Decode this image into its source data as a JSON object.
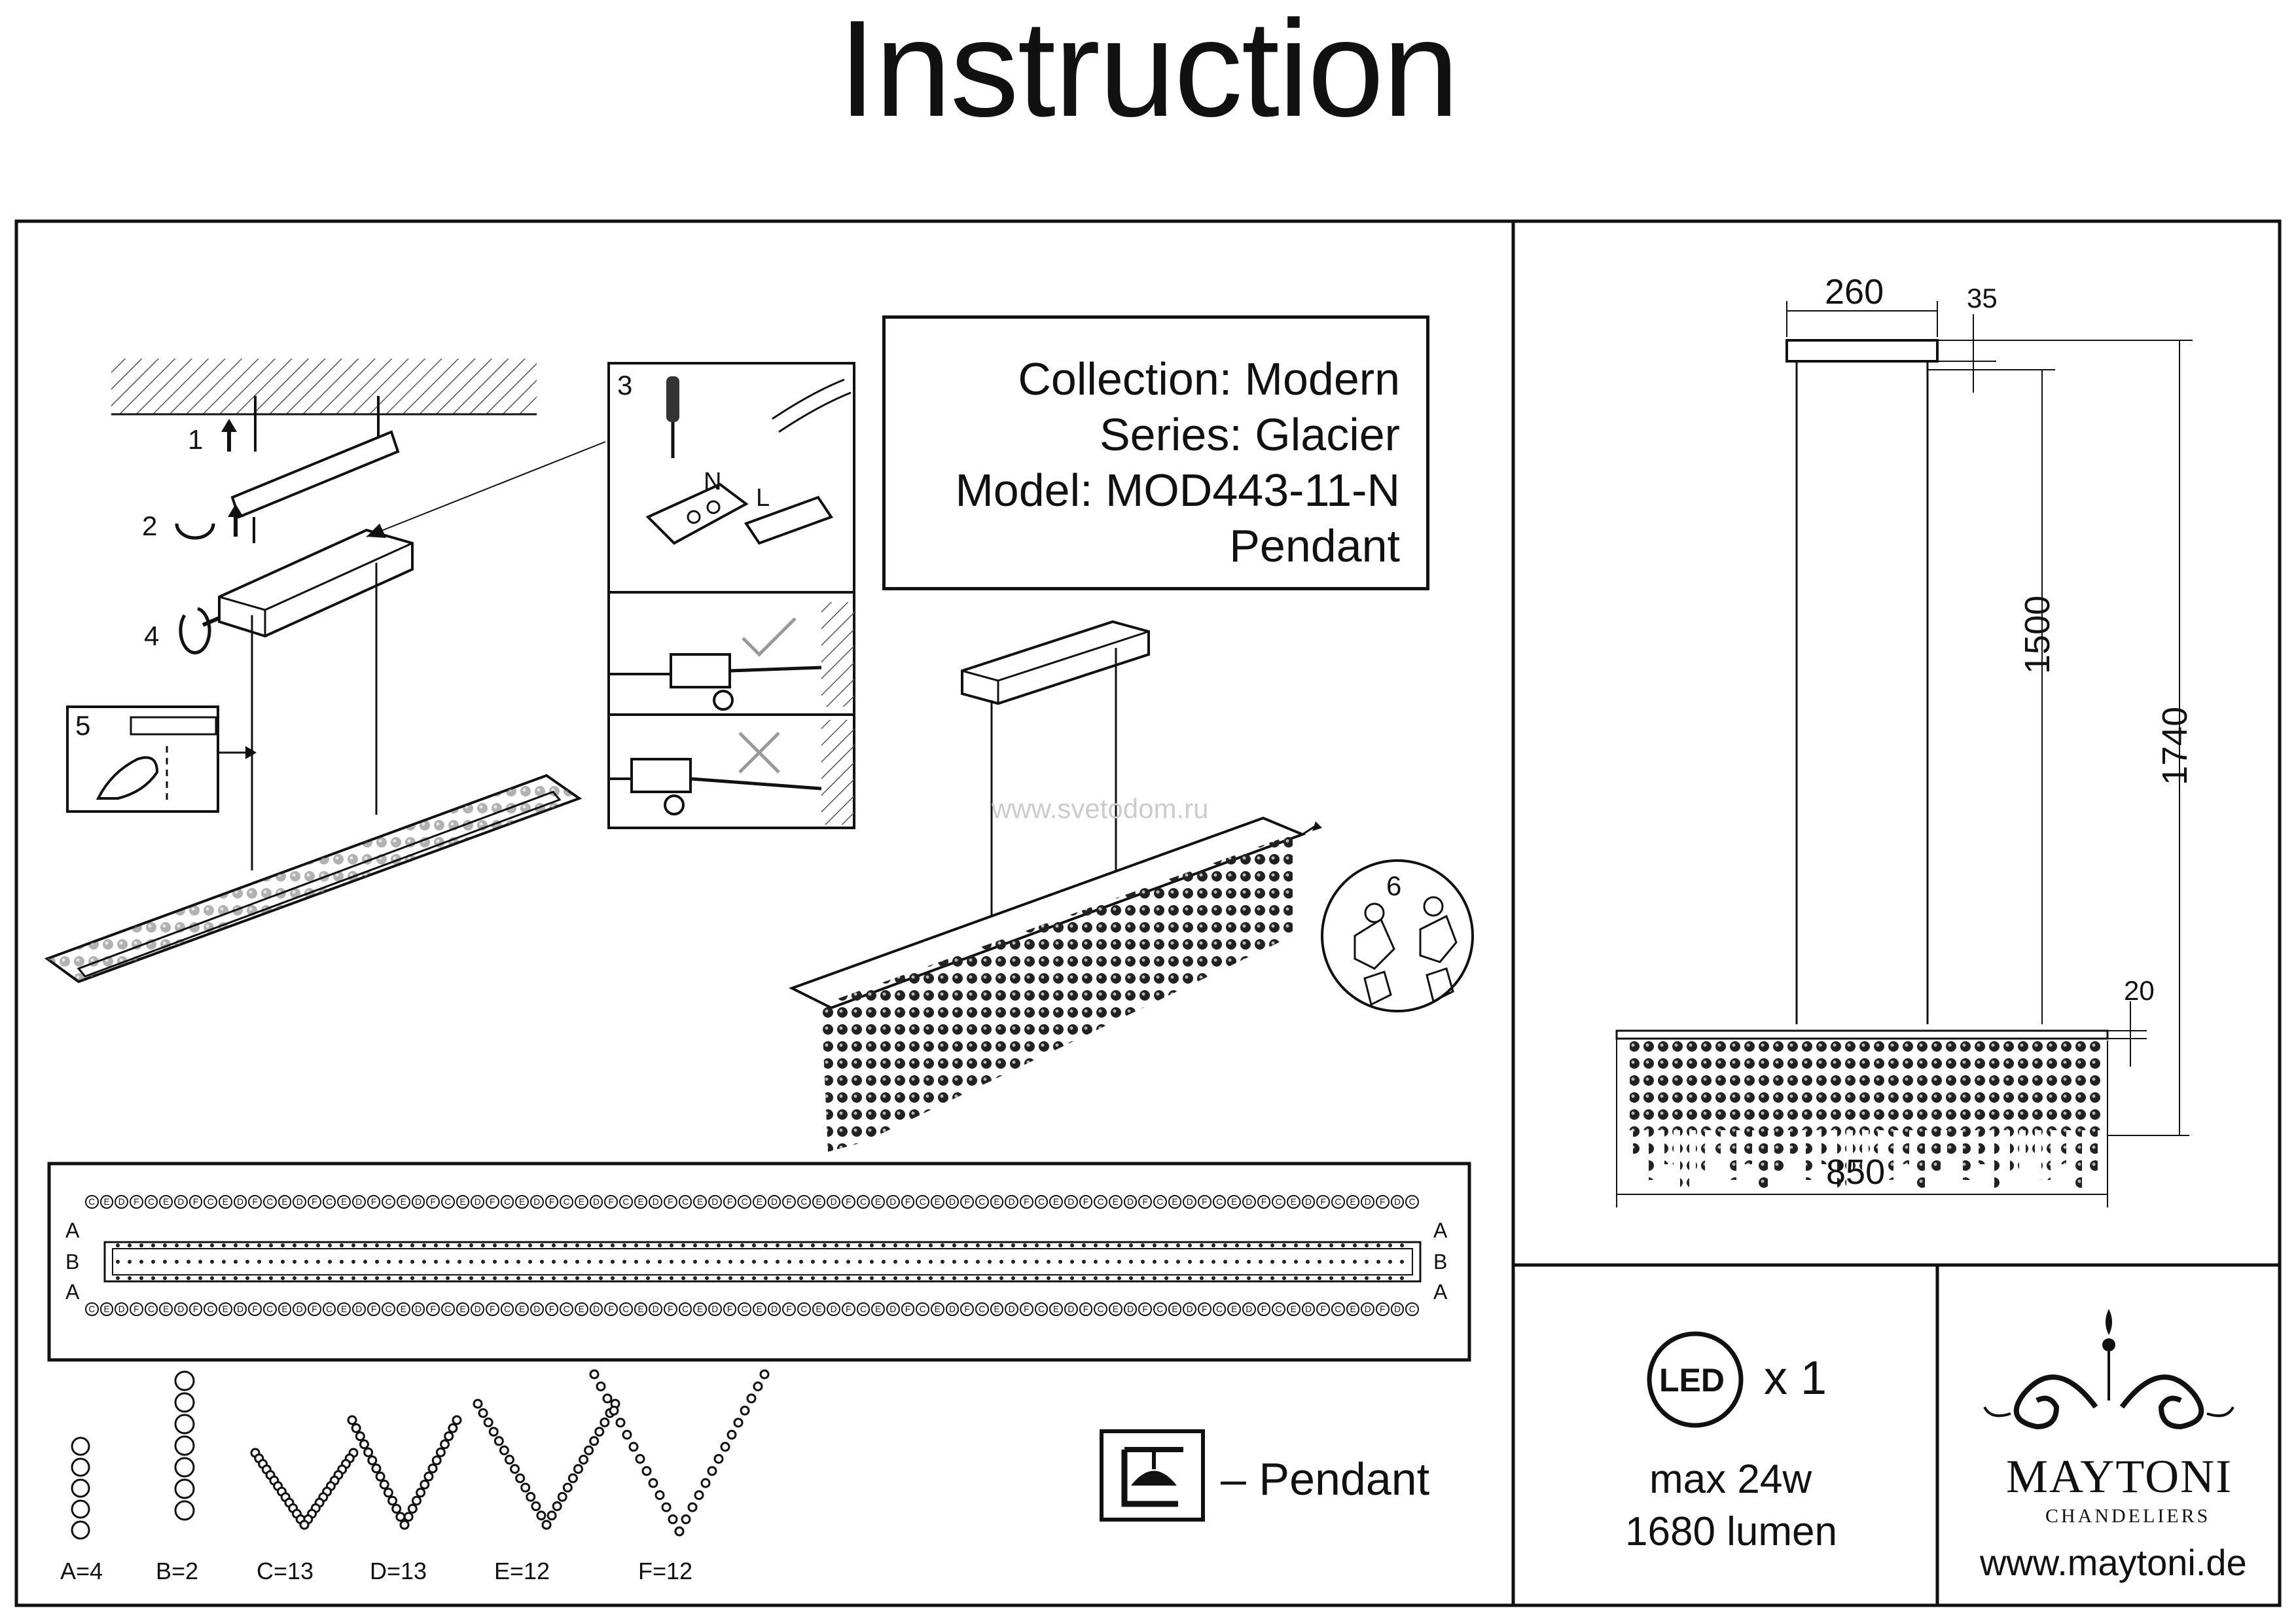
{
  "title": "Instruction",
  "product": {
    "collection": "Collection: Modern",
    "series": "Series: Glacier",
    "model": "Model: MOD443-11-N",
    "type": "Pendant"
  },
  "steps": [
    "1",
    "2",
    "3",
    "4",
    "5",
    "6"
  ],
  "wiring_labels": {
    "n": "N",
    "l": "L"
  },
  "watermark": "www.svetodom.ru",
  "dimensions": {
    "width_top": "260",
    "cap_height": "35",
    "cable": "1500",
    "total_height": "1740",
    "body_height": "20",
    "length": "850"
  },
  "layout_code": {
    "top_row": [
      "C",
      "E",
      "D",
      "F",
      "C",
      "E",
      "D",
      "F",
      "C",
      "E",
      "D",
      "F",
      "C",
      "E",
      "D",
      "F",
      "C",
      "E",
      "D",
      "F",
      "C",
      "E",
      "D",
      "F",
      "C",
      "E",
      "D",
      "F",
      "C",
      "E",
      "D",
      "F",
      "C",
      "E",
      "D",
      "F",
      "C",
      "E",
      "D",
      "F",
      "C",
      "E",
      "D",
      "F",
      "C",
      "E",
      "D",
      "F",
      "C",
      "E",
      "D",
      "F",
      "C",
      "E",
      "D",
      "F",
      "C",
      "E",
      "D",
      "F",
      "C",
      "E",
      "D",
      "F",
      "C",
      "E",
      "D",
      "F",
      "C",
      "E",
      "D",
      "F",
      "C",
      "E",
      "D",
      "F",
      "C",
      "E",
      "D",
      "F",
      "C",
      "E",
      "D",
      "F",
      "C",
      "E",
      "D",
      "F",
      "D",
      "C"
    ],
    "side_labels": [
      "A",
      "B",
      "A"
    ]
  },
  "parts": [
    {
      "label": "A=4"
    },
    {
      "label": "B=2"
    },
    {
      "label": "C=13"
    },
    {
      "label": "D=13"
    },
    {
      "label": "E=12"
    },
    {
      "label": "F=12"
    }
  ],
  "mount_legend": "– Pendant",
  "lamp": {
    "led_badge": "LED",
    "count": "x 1",
    "power": "max 24w",
    "lumen": "1680 lumen"
  },
  "brand": {
    "name": "MAYTONI",
    "sub": "CHANDELIERS",
    "url": "www.maytoni.de"
  }
}
